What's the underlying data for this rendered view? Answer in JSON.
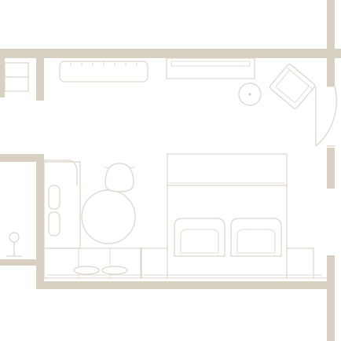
{
  "plan": {
    "colors": {
      "wall": "#d9d0c4",
      "line": "#dcd4c9",
      "background": "#ffffff"
    },
    "rooms": [
      "bedroom"
    ],
    "furniture": [
      "double-bed",
      "pillow",
      "pillow",
      "armchair",
      "armchair",
      "round-table",
      "dining-chair",
      "bench",
      "desk",
      "tv",
      "lounge-chair",
      "side-table",
      "floor-lamp",
      "door"
    ]
  }
}
